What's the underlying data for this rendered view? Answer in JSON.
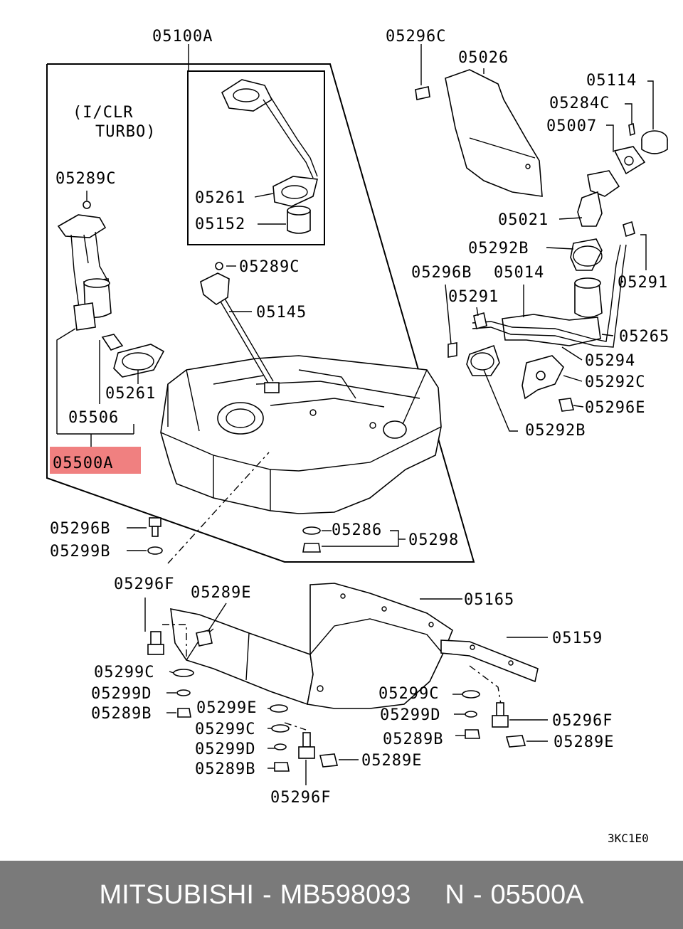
{
  "diagram": {
    "code": "3KC1E0",
    "highlight_color": "#f08080",
    "labels": {
      "assy_top": "05100A",
      "variant_line1": "(I/CLR",
      "variant_line2": "TURBO)",
      "gauge_unit": "05145",
      "clamp_c": "05296C",
      "protector": "05026",
      "cap": "05114",
      "screw_c": "05284C",
      "gasket": "05007",
      "neck": "05021",
      "clamp_b_top": "05292B",
      "bolt_b_right": "05296B",
      "filler_hose": "05014",
      "breather_clip": "05291",
      "breather_clip_2": "05291",
      "breather_hose": "05265",
      "hose_end": "05294",
      "clamp_c2": "05292C",
      "bolt_e": "05296E",
      "clamp_b_bottom": "05292B",
      "nut_c_left": "05289C",
      "nut_c_mid": "05289C",
      "packing_top": "05261",
      "filter_top": "05152",
      "packing_left": "05261",
      "pump_part": "05506",
      "pump_assy": "05500A",
      "bolt_b_left": "05296B",
      "washer_b": "05299B",
      "washer_286": "05286",
      "drain_group": "05298",
      "bolt_f_1": "05296F",
      "nut_e_1": "05289E",
      "protector_165": "05165",
      "band_159": "05159",
      "washer_c_1": "05299C",
      "washer_d_1": "05299D",
      "nut_b_1": "05289B",
      "washer_e": "05299E",
      "washer_c_2": "05299C",
      "washer_d_2": "05299D",
      "nut_b_2": "05289B",
      "bolt_f_2": "05296F",
      "washer_c_3": "05299C",
      "washer_d_3": "05299D",
      "nut_b_3": "05289B",
      "nut_e_2": "05289E",
      "bolt_f_3": "05296F",
      "nut_e_3": "05289E"
    }
  },
  "footer": {
    "brand": "MITSUBISHI",
    "sep1": "-",
    "part_number": "MB598093",
    "n_label": "N",
    "sep2": "-",
    "ref_code": "05500A"
  }
}
